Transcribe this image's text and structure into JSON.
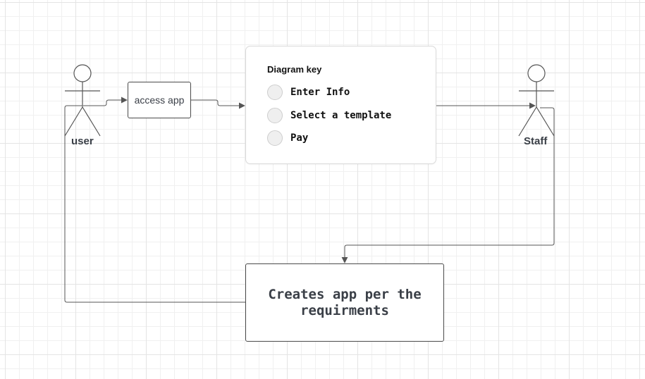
{
  "diagram": {
    "actors": {
      "user": {
        "label": "user",
        "icon": "stick-figure-icon"
      },
      "staff": {
        "label": "Staff",
        "icon": "stick-figure-icon"
      }
    },
    "nodes": {
      "access_app": "access app",
      "creates_app": "Creates app per the requirments"
    },
    "key": {
      "title": "Diagram key",
      "items": [
        "Enter Info",
        "Select a template",
        "Pay"
      ]
    },
    "colors": {
      "line": "#555555",
      "text": "#3a3f47",
      "swatch_fill": "#efefef",
      "grid": "#e4e4e4"
    }
  }
}
